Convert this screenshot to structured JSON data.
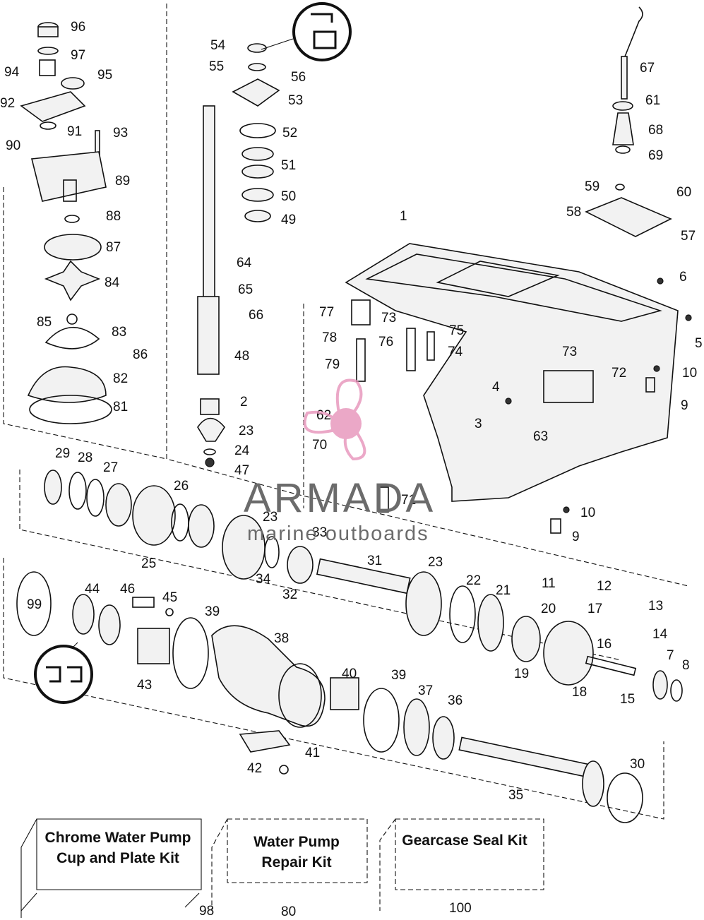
{
  "watermark": {
    "brand": "ARMADA",
    "tagline": "marine outboards",
    "accent_color": "#e58bb5",
    "text_color": "#6b6b6b",
    "icon": "propeller-logo-icon"
  },
  "kits": [
    {
      "label": "Chrome Water Pump Cup and Plate Kit",
      "number": "98"
    },
    {
      "label": "Water Pump Repair Kit",
      "number": "80"
    },
    {
      "label": "Gearcase Seal Kit",
      "number": "100"
    }
  ],
  "callouts": [
    "96",
    "97",
    "94",
    "95",
    "92",
    "91",
    "93",
    "90",
    "89",
    "88",
    "87",
    "84",
    "85",
    "83",
    "86",
    "82",
    "81",
    "54",
    "55",
    "56",
    "53",
    "52",
    "51",
    "50",
    "49",
    "64",
    "65",
    "66",
    "48",
    "2",
    "23",
    "24",
    "47",
    "67",
    "61",
    "68",
    "69",
    "59",
    "60",
    "58",
    "57",
    "1",
    "6",
    "5",
    "10",
    "9",
    "73",
    "72",
    "77",
    "78",
    "79",
    "73",
    "75",
    "76",
    "74",
    "4",
    "3",
    "63",
    "62",
    "70",
    "71",
    "10",
    "9",
    "29",
    "28",
    "27",
    "26",
    "23",
    "33",
    "25",
    "34",
    "32",
    "31",
    "23",
    "22",
    "21",
    "11",
    "12",
    "13",
    "20",
    "17",
    "16",
    "14",
    "7",
    "8",
    "99",
    "44",
    "46",
    "45",
    "39",
    "38",
    "43",
    "40",
    "39",
    "37",
    "36",
    "19",
    "18",
    "15",
    "41",
    "42",
    "35",
    "30"
  ]
}
